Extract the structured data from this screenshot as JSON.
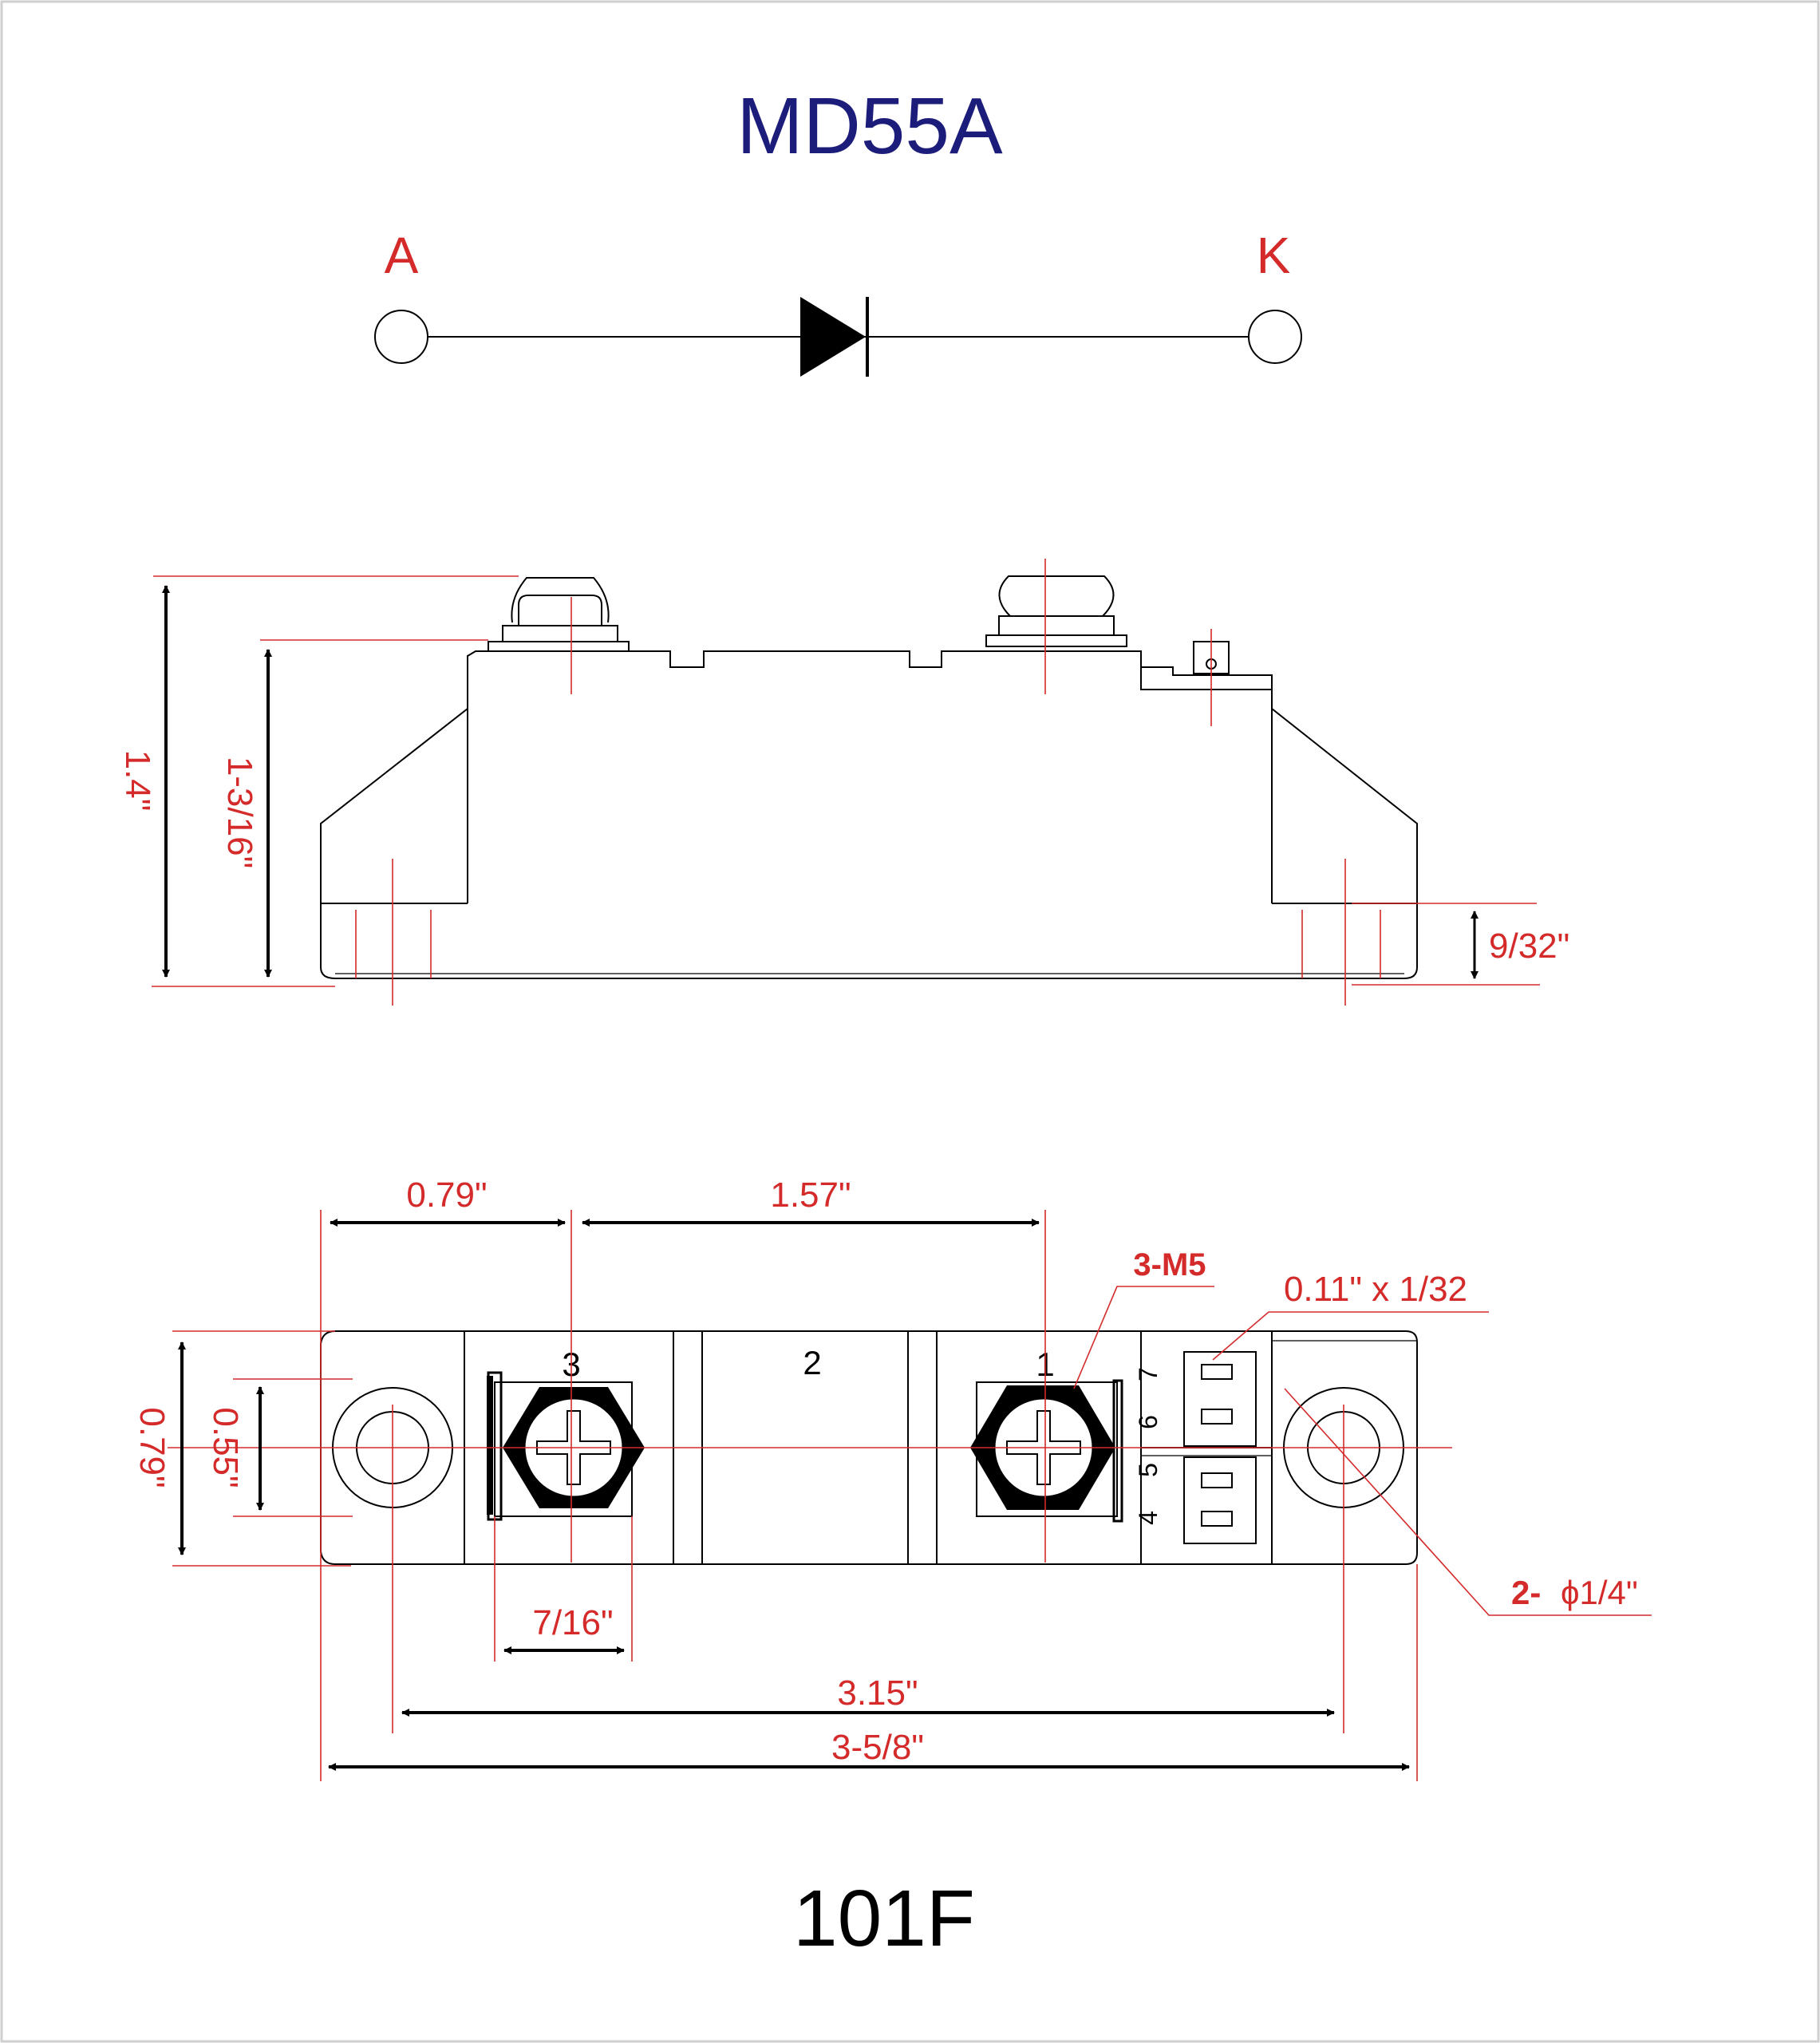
{
  "title": "MD55A",
  "footer": "101F",
  "colors": {
    "title": "#1c1c7a",
    "dimension": "#d42a2a",
    "outline": "#000000"
  },
  "symbol": {
    "anode_label": "A",
    "cathode_label": "K"
  },
  "side_view": {
    "height_total": "1.4\"",
    "height_body": "1-3/16\"",
    "base_thickness": "9/32\""
  },
  "top_view": {
    "dim_edge_to_terminal": "0.79\"",
    "dim_terminal_pitch": "1.57\"",
    "screw_callout": "3-M5",
    "pin_callout": "0.11\" x 1/32",
    "hole_callout_prefix": "2-",
    "hole_callout_value": "ϕ1/4\"",
    "dim_width": "0.79\"",
    "dim_inner_width": "0.55\"",
    "dim_terminal_width": "7/16\"",
    "dim_hole_pitch": "3.15\"",
    "dim_length": "3-5/8\"",
    "terminal_numbers": [
      "3",
      "2",
      "1"
    ],
    "aux_pin_numbers": [
      "7",
      "6",
      "5",
      "4"
    ]
  }
}
